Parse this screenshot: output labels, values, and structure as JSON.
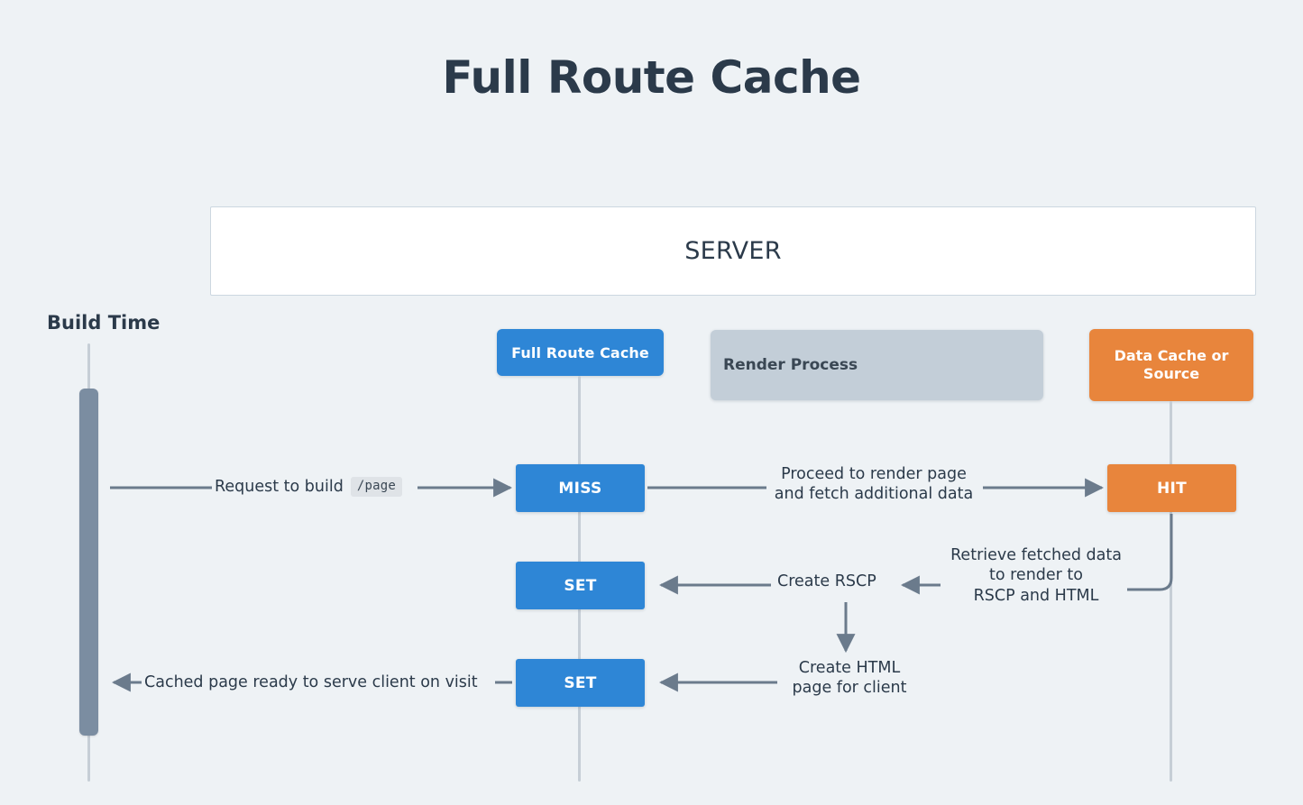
{
  "page": {
    "title": "Full Route Cache",
    "background_color": "#eef2f5",
    "title_color": "#2b3a4a"
  },
  "server_panel": {
    "label": "SERVER",
    "background_color": "#ffffff",
    "border_color": "#ccd7e0"
  },
  "timeline": {
    "label": "Build Time",
    "activation_color": "#7b8da1",
    "lifeline_color": "#c6ced6"
  },
  "participants": [
    {
      "id": "full-route-cache",
      "label": "Full Route Cache",
      "color": "#2e86d6",
      "text_color": "#ffffff"
    },
    {
      "id": "render-process",
      "label": "Render Process",
      "color": "#c3ced8",
      "text_color": "#3a4754"
    },
    {
      "id": "data-cache-or-source",
      "label": "Data Cache or Source",
      "color": "#e8853c",
      "text_color": "#ffffff"
    }
  ],
  "states": {
    "miss": "MISS",
    "set_1": "SET",
    "set_2": "SET",
    "hit": "HIT"
  },
  "messages": {
    "request_to_build": {
      "text": "Request to build",
      "code": "/page"
    },
    "proceed_line_1": "Proceed to render page",
    "proceed_line_2": "and fetch additional data",
    "create_rscp": "Create RSCP",
    "retrieve_line_1": "Retrieve fetched data",
    "retrieve_line_2": "to render to",
    "retrieve_line_3": "RSCP and HTML",
    "create_html_line_1": "Create HTML",
    "create_html_line_2": "page for client",
    "cached_page": "Cached page ready to serve client on visit"
  },
  "colors": {
    "blue": "#2e86d6",
    "orange": "#e8853c",
    "gray_blue": "#c3ced8",
    "wire": "#6b7b8c",
    "text": "#2b3a4a"
  }
}
